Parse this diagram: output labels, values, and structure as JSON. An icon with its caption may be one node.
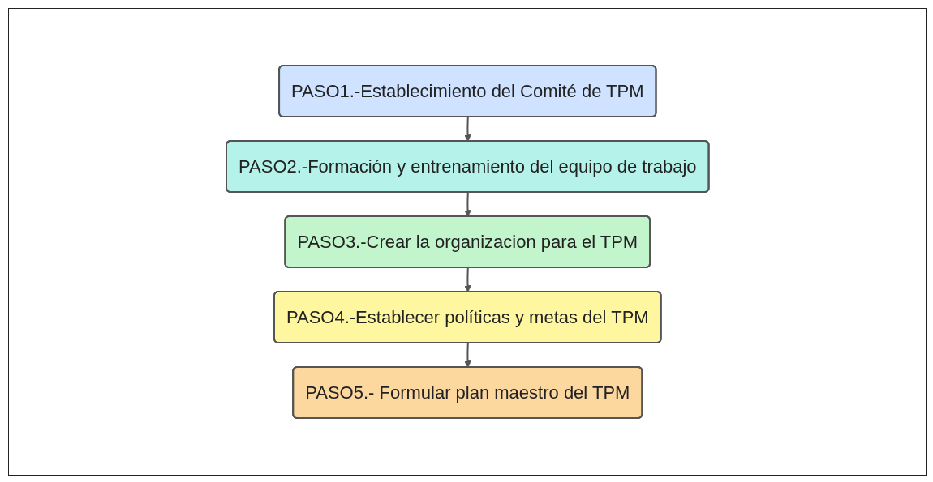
{
  "diagram": {
    "nodes": [
      {
        "text": [
          "PASO1.-Establecimiento del Comité de TPM"
        ]
      },
      {
        "text": [
          "PASO2.-Formación y entrenamiento del equipo de trabajo"
        ]
      },
      {
        "text": [
          "PASO3.-Crear la organizacion para el TPM"
        ]
      },
      {
        "text": [
          "PASO4.-Establecer políticas y metas del TPM"
        ]
      },
      {
        "text": [
          "PASO5.- Formular plan maestro del TPM"
        ]
      }
    ],
    "edges": [
      {
        "from": 0,
        "to": 1,
        "arrow": "to"
      },
      {
        "from": 1,
        "to": 2,
        "arrow": "to"
      },
      {
        "from": 2,
        "to": 3,
        "arrow": "to"
      },
      {
        "from": 3,
        "to": 4,
        "arrow": "to"
      }
    ]
  }
}
